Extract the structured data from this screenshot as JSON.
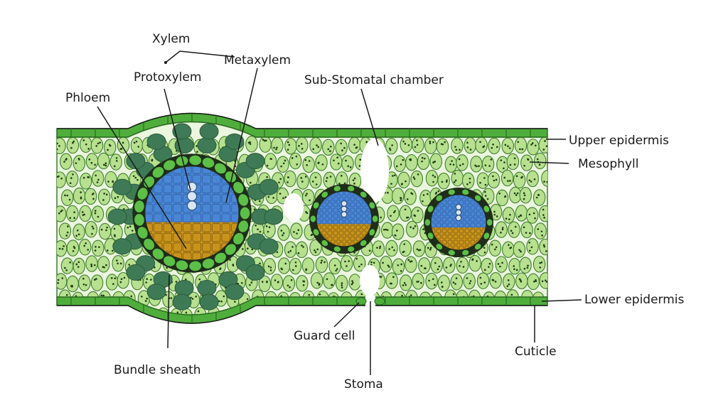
{
  "labels": {
    "xylem": "Xylem",
    "metaxylem": "Metaxylem",
    "protoxylem": "Protoxylem",
    "phloem": "Phloem",
    "sub_stomatal_chamber": "Sub-Stomatal chamber",
    "upper_epidermis": "Upper epidermis",
    "mesophyll": "Mesophyll",
    "lower_epidermis": "Lower epidermis",
    "guard_cell": "Guard cell",
    "cuticle": "Cuticle",
    "bundle_sheath": "Bundle sheath",
    "stoma": "Stoma"
  },
  "colors": {
    "epidermis": "#4fae3b",
    "epidermis_outline": "#2b6a22",
    "mesophyll_cell": "#b7e08f",
    "mesophyll_outline": "#3f7e2e",
    "chloroplast": "#1f3d12",
    "dark_parenchyma": "#3e7a55",
    "bundle_sheath": "#5cbf46",
    "xylem": "#4a86d6",
    "phloem": "#c9931b",
    "vessel": "#d9e6f5"
  }
}
